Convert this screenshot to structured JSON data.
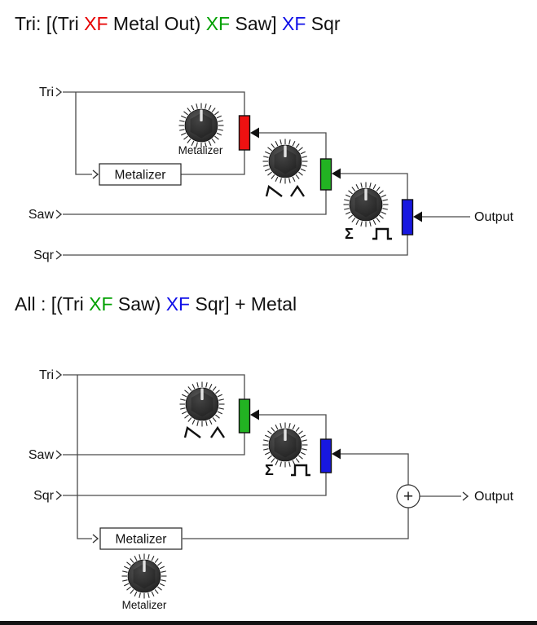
{
  "colors": {
    "xf_red": "#ee1111",
    "xf_green": "#22b322",
    "xf_blue": "#1818e0",
    "title_red": "#e60000",
    "title_green": "#00a000",
    "title_blue": "#0f0fe8",
    "wire": "#4a4a4a"
  },
  "title1": {
    "p0": "Tri: [(Tri ",
    "p1": "XF",
    "p2": " Metal Out) ",
    "p3": "XF",
    "p4": " Saw] ",
    "p5": "XF",
    "p6": " Sqr"
  },
  "title2": {
    "p0": "All : [(Tri ",
    "p1": "XF",
    "p2": " Saw) ",
    "p3": "XF",
    "p4": " Sqr] + Metal"
  },
  "icons": {
    "saw_wave": "saw-wave-icon",
    "triangle_wave": "triangle-wave-icon",
    "square_wave": "square-wave-icon",
    "sum": "sigma-symbol",
    "input_chevron": "chevron-right-icon",
    "wiper_arrow": "arrow-left-icon"
  },
  "diagram1": {
    "inputs": {
      "tri": "Tri",
      "saw": "Saw",
      "sqr": "Sqr"
    },
    "output_label": "Output",
    "metalizer_box_label": "Metalizer",
    "metalizer_knob_label": "Metalizer",
    "sum_symbol": "Σ"
  },
  "diagram2": {
    "inputs": {
      "tri": "Tri",
      "saw": "Saw",
      "sqr": "Sqr"
    },
    "output_label": "Output",
    "metalizer_box_label": "Metalizer",
    "metalizer_knob_label": "Metalizer",
    "sum_symbol": "Σ",
    "plus_symbol": "+"
  }
}
